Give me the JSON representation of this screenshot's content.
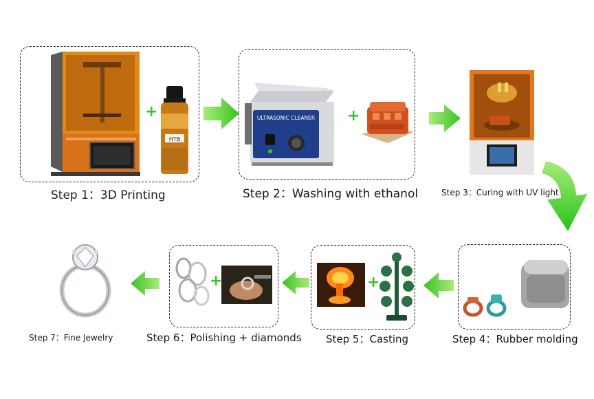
{
  "colors": {
    "arrow": "#5fd23a",
    "plus": "#3cc12c",
    "box_border": "#222222"
  },
  "steps": [
    {
      "id": 1,
      "label": "Step 1：3D Printing",
      "items": [
        "3d-printer",
        "resin-bottle"
      ]
    },
    {
      "id": 2,
      "label": "Step 2：Washing with ethanol",
      "items": [
        "ultrasonic-cleaner",
        "printed-part"
      ]
    },
    {
      "id": 3,
      "label": "Step 3：Curing with UV light",
      "items": [
        "uv-curing-box"
      ]
    },
    {
      "id": 4,
      "label": "Step 4：Rubber molding",
      "items": [
        "rings",
        "rubber-mold"
      ]
    },
    {
      "id": 5,
      "label": "Step 5：Casting",
      "items": [
        "molten-metal",
        "casting-tree"
      ]
    },
    {
      "id": 6,
      "label": "Step 6：Polishing + diamonds",
      "items": [
        "metal-pieces",
        "polishing-hand"
      ]
    },
    {
      "id": 7,
      "label": "Step 7：Fine Jewelry",
      "items": [
        "diamond-ring"
      ]
    }
  ],
  "images": {
    "resin_bottle_label": "HTB",
    "cleaner_label": "ULTRASONIC CLEANER"
  }
}
